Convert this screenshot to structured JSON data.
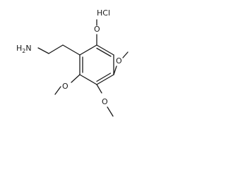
{
  "salt_label": "HCl",
  "amine": {
    "h": "H",
    "sub": "2",
    "n": "N"
  },
  "oxygen_labels": [
    "O",
    "O",
    "O",
    "O"
  ]
}
